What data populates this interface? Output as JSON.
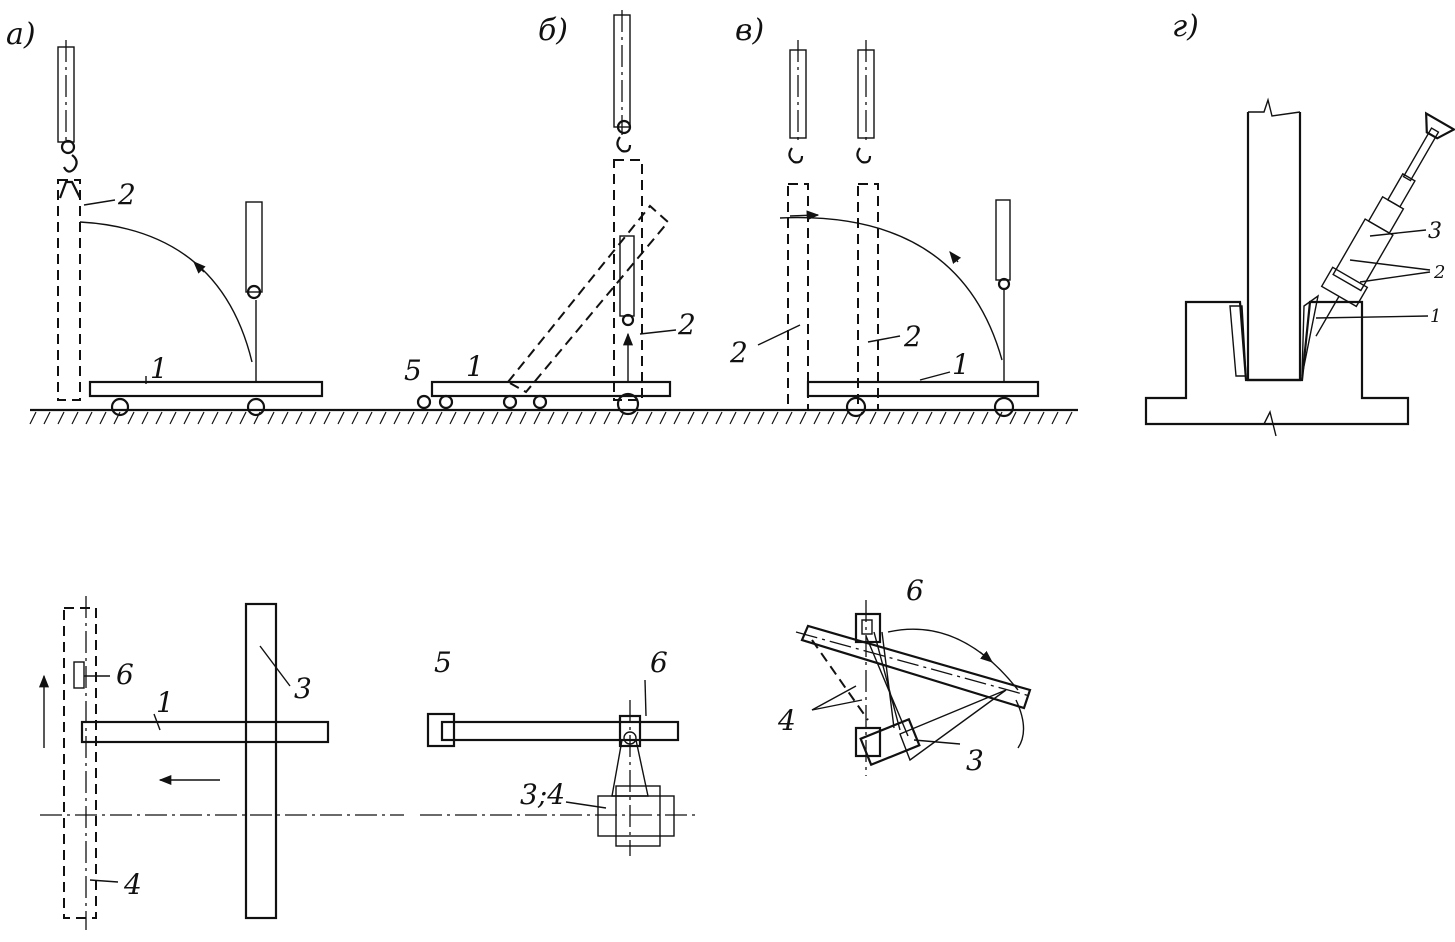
{
  "panels": {
    "a": "а)",
    "b": "б)",
    "v": "в)",
    "g": "г)"
  },
  "labels": {
    "a_top_2": "2",
    "a_top_1": "1",
    "b_top_5": "5",
    "b_top_1": "1",
    "b_top_2": "2",
    "v_top_2_left": "2",
    "v_top_2_mid": "2",
    "v_top_1": "1",
    "g_3": "3",
    "g_2": "2",
    "g_1": "1",
    "a_plan_6": "6",
    "a_plan_1": "1",
    "a_plan_3": "3",
    "a_plan_4": "4",
    "b_plan_5": "5",
    "b_plan_6": "6",
    "b_plan_34": "3;4",
    "v_plan_6": "6",
    "v_plan_4": "4",
    "v_plan_3": "3"
  }
}
